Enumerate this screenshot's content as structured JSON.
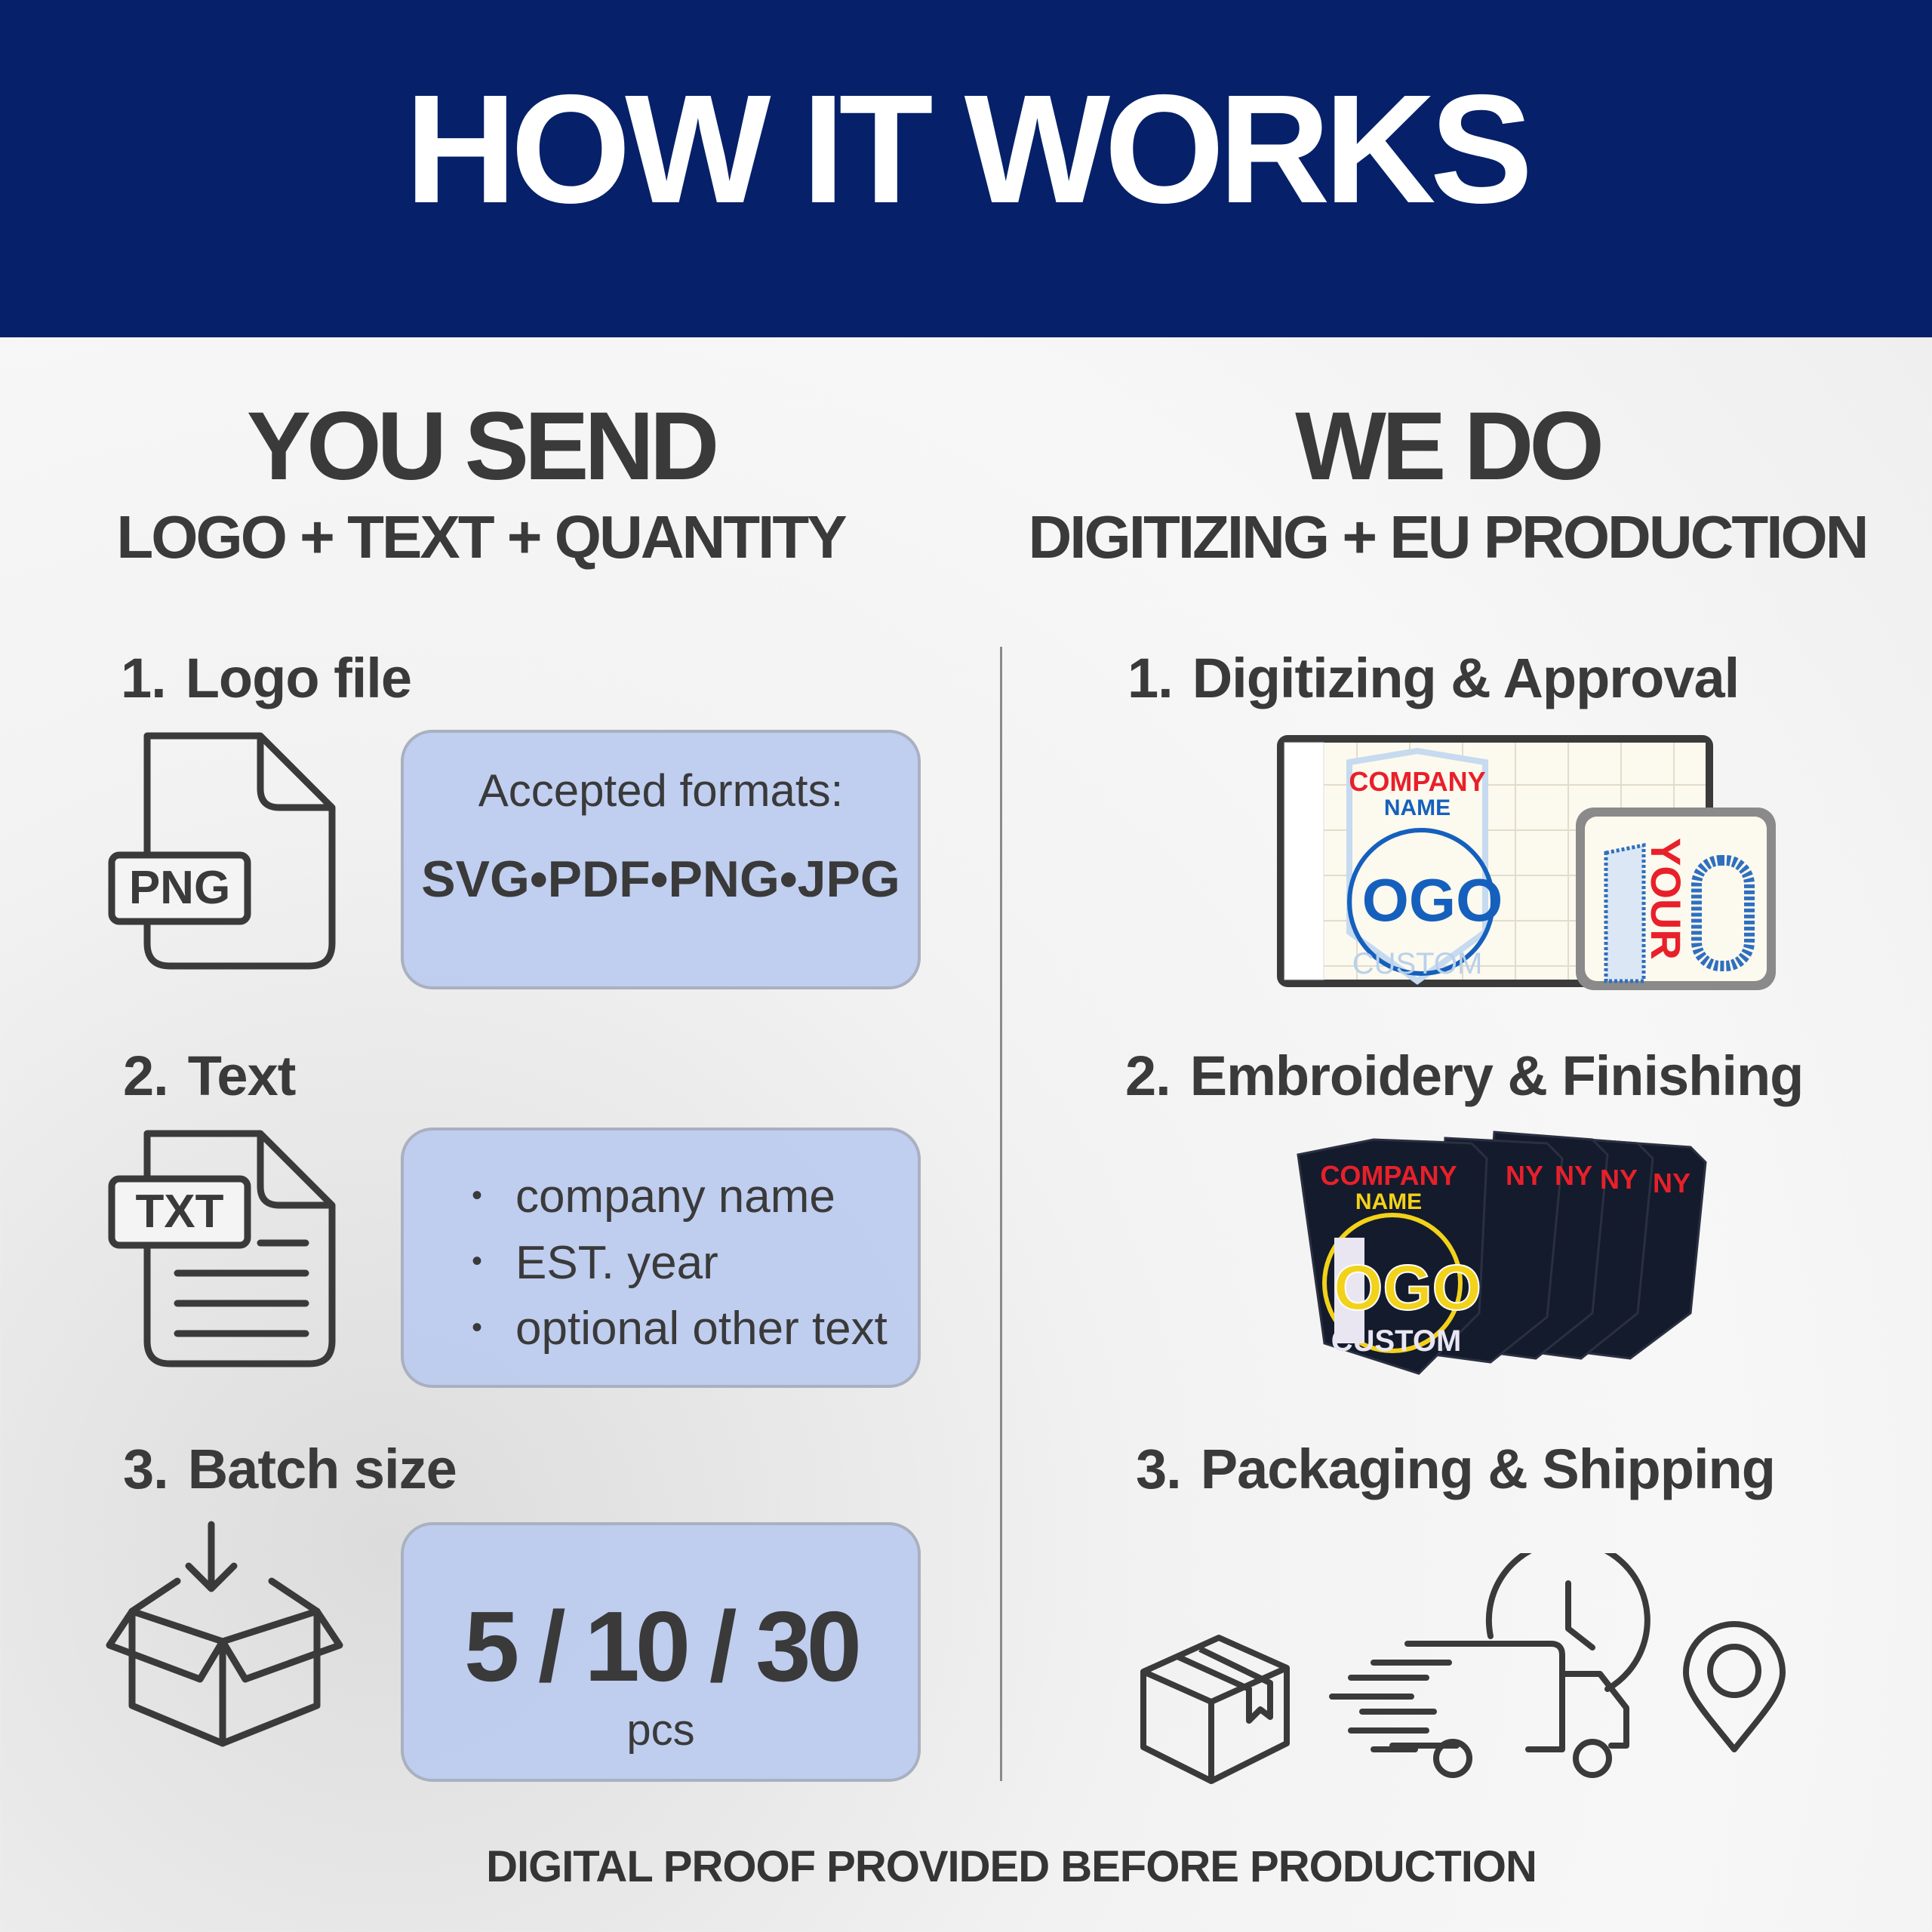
{
  "header": {
    "title": "HOW IT WORKS"
  },
  "colors": {
    "header_bg": "#062169",
    "card_bg": "#bacaf0",
    "text": "#3a3a3a",
    "red": "#e8202a",
    "blue": "#1560bd",
    "yellow": "#f2d21a",
    "patch": "#121a2e"
  },
  "left": {
    "title": "YOU SEND",
    "subtitle": "LOGO + TEXT + QUANTITY",
    "steps": [
      {
        "num": "1.",
        "label": "Logo file",
        "icon": "png-file-icon",
        "icon_label": "PNG",
        "card": {
          "heading": "Accepted formats:",
          "formats": "SVG•PDF•PNG•JPG"
        }
      },
      {
        "num": "2.",
        "label": "Text",
        "icon": "txt-file-icon",
        "icon_label": "TXT",
        "card": {
          "bullet": "•",
          "items": [
            "company name",
            "EST. year",
            "optional other text"
          ]
        }
      },
      {
        "num": "3.",
        "label": "Batch size",
        "icon": "box-download-icon",
        "card": {
          "quantities": "5 / 10 / 30",
          "unit": "pcs"
        }
      }
    ]
  },
  "right": {
    "title": "WE DO",
    "subtitle": "DIGITIZING + EU PRODUCTION",
    "steps": [
      {
        "num": "1.",
        "label": "Digitizing & Approval"
      },
      {
        "num": "2.",
        "label": "Embroidery & Finishing"
      },
      {
        "num": "3.",
        "label": "Packaging & Shipping"
      }
    ],
    "artwork": {
      "line1": "COMPANY",
      "line2": "NAME",
      "your": "YOUR",
      "logo": "OGO",
      "custom": "CUSTOM"
    }
  },
  "footer": {
    "note": "DIGITAL PROOF PROVIDED BEFORE PRODUCTION"
  }
}
